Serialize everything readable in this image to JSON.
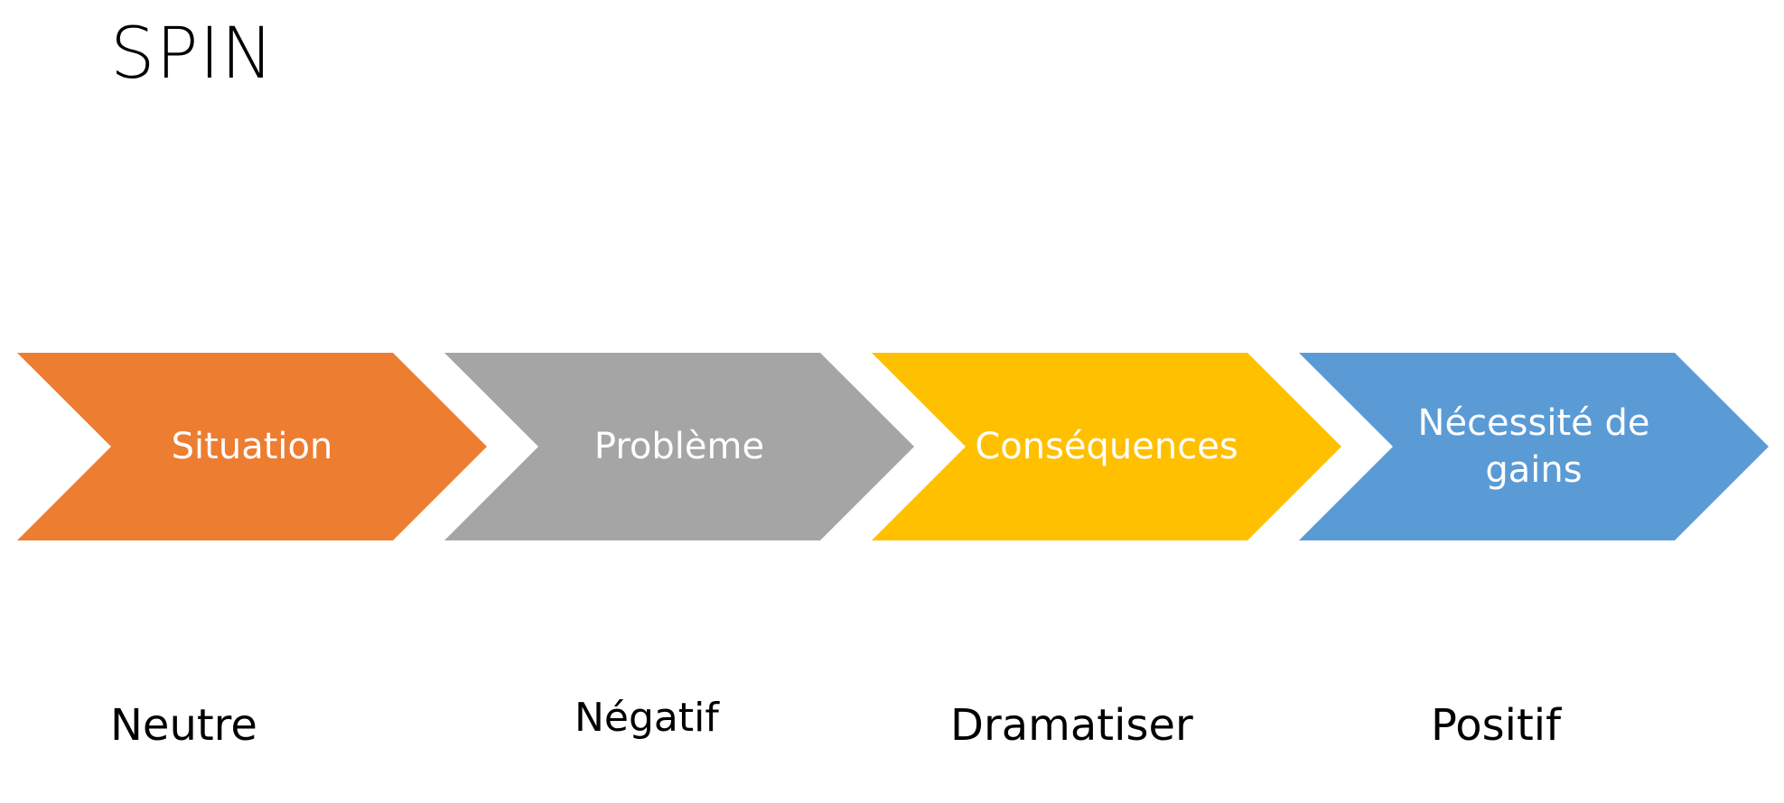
{
  "title": "SPIN",
  "steps": [
    {
      "label": "Situation",
      "color": "#ED7D31",
      "caption": "Neutre"
    },
    {
      "label": "Problème",
      "color": "#A5A5A5",
      "caption": "Négatif"
    },
    {
      "label": "Conséquences",
      "color": "#FFC000",
      "caption": "Dramatiser"
    },
    {
      "label": "Nécessité de\ngains",
      "color": "#5B9BD5",
      "caption": "Positif"
    }
  ]
}
